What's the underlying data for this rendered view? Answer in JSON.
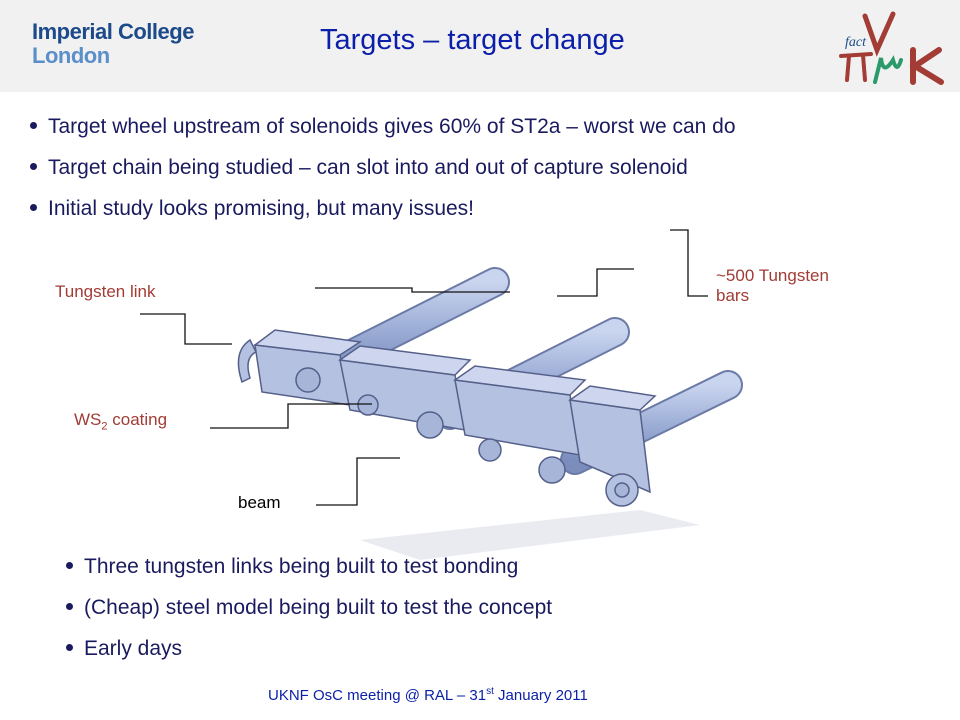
{
  "header": {
    "logo_line1": "Imperial College",
    "logo_line2": "London",
    "title": "Targets – target change",
    "nufact_logo_text": "fact",
    "colors": {
      "title": "#0b1fa8",
      "imperial_dark": "#1c4a8a",
      "imperial_light": "#5a8fc9",
      "band": "#f1f1f1"
    }
  },
  "bullets_top": [
    "Target wheel upstream of solenoids gives 60% of ST2a – worst we can do",
    "Target chain being studied – can slot into and out of capture solenoid",
    "Initial study looks promising, but many issues!"
  ],
  "figure": {
    "labels": {
      "tungsten_link": "Tungsten link",
      "tungsten_bars_line1": "~500  Tungsten",
      "tungsten_bars_line2": "bars",
      "ws2_prefix": "WS",
      "ws2_subscript": "2",
      "ws2_suffix": " coating",
      "beam": "beam"
    },
    "colors": {
      "label": "#a23c35",
      "bars": "#9fb0d8",
      "chain": "#b4c1e0",
      "outline": "#55608a"
    }
  },
  "bullets_bottom": [
    "Three tungsten links being built to test bonding",
    "(Cheap) steel model being built to test the concept",
    "Early days"
  ],
  "footer": {
    "prefix": "UKNF OsC meeting @ RAL – 31",
    "superscript": "st",
    "suffix": " January 2011"
  }
}
